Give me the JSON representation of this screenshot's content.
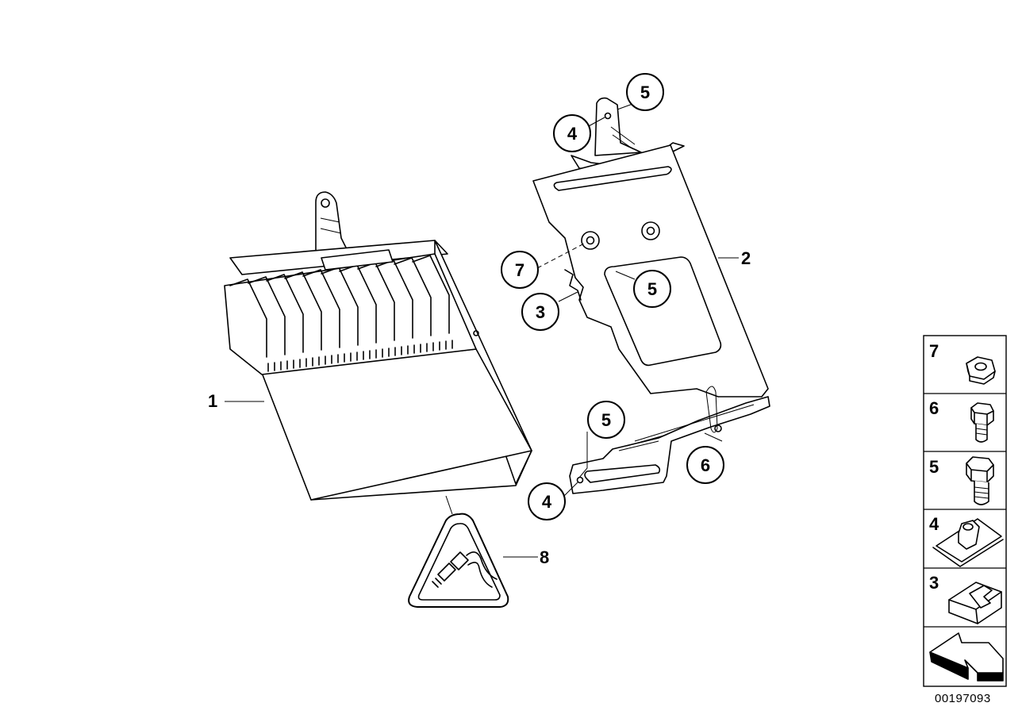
{
  "callouts": {
    "c1": "1",
    "c2": "2",
    "c3": "3",
    "c4a": "4",
    "c4b": "4",
    "c5a": "5",
    "c5b": "5",
    "c5c": "5",
    "c6": "6",
    "c7": "7",
    "c8": "8"
  },
  "legend": {
    "items": [
      {
        "number": "7",
        "part": "hex-nut-icon"
      },
      {
        "number": "6",
        "part": "short-hex-bolt-icon"
      },
      {
        "number": "5",
        "part": "hex-bolt-icon"
      },
      {
        "number": "4",
        "part": "clip-nut-icon"
      },
      {
        "number": "3",
        "part": "cable-clip-icon"
      }
    ],
    "arrow": "direction-arrow-icon"
  },
  "part_number": "00197093"
}
